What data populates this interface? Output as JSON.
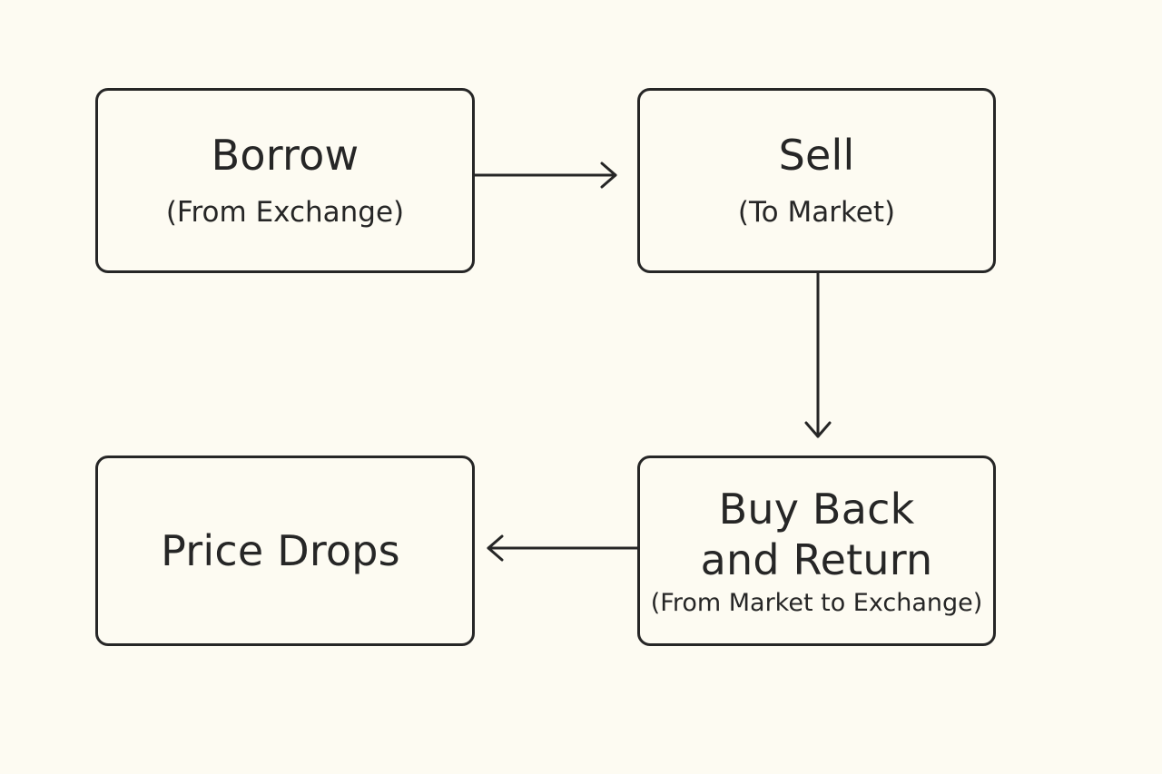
{
  "diagram": {
    "nodes": [
      {
        "id": "borrow",
        "title": "Borrow",
        "subtitle": "(From Exchange)"
      },
      {
        "id": "sell",
        "title": "Sell",
        "subtitle": "(To Market)"
      },
      {
        "id": "buy_back",
        "title_line1": "Buy Back",
        "title_line2": "and Return",
        "subtitle": "(From Market to Exchange)"
      },
      {
        "id": "price_drops",
        "title": "Price Drops"
      }
    ],
    "edges": [
      {
        "from": "borrow",
        "to": "sell"
      },
      {
        "from": "sell",
        "to": "buy_back"
      },
      {
        "from": "buy_back",
        "to": "price_drops"
      }
    ],
    "colors": {
      "background": "#fdfbf2",
      "stroke": "#262626",
      "text": "#262626"
    }
  }
}
